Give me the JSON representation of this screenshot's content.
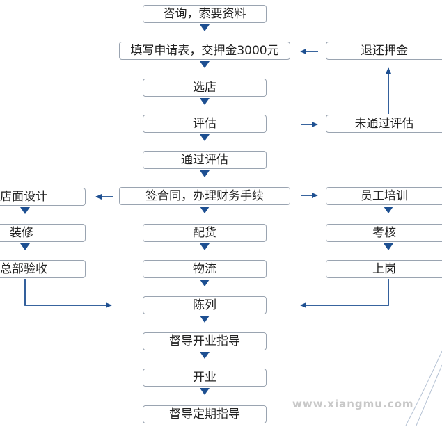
{
  "main_flow": [
    "咨询，索要资料",
    "填写申请表，交押金3000元",
    "选店",
    "评估",
    "通过评估",
    "签合同，办理财务手续",
    "配货",
    "物流",
    "陈列",
    "督导开业指导",
    "开业",
    "督导定期指导"
  ],
  "right_flow": {
    "refund_deposit": "退还押金",
    "failed_evaluation": "未通过评估",
    "staff_training": "员工培训",
    "assessment": "考核",
    "on_duty": "上岗"
  },
  "left_flow": {
    "store_design": "店面设计",
    "decoration": "装修",
    "hq_inspection": "总部验收"
  },
  "watermark": "www.xiangmu.com",
  "colors": {
    "arrow": "#1d4f91",
    "border": "#9aa4b1",
    "text": "#222222"
  }
}
